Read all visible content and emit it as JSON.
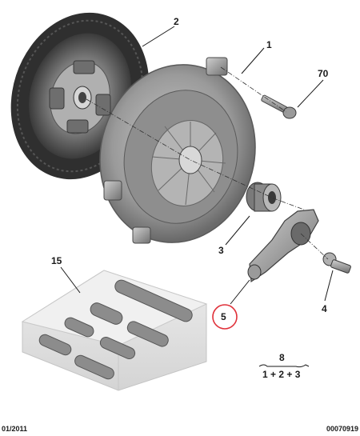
{
  "callouts": {
    "c1": "1",
    "c2": "2",
    "c3": "3",
    "c4": "4",
    "c5": "5",
    "c15": "15",
    "c70": "70",
    "kit_number": "8",
    "kit_formula": "1 + 2 + 3"
  },
  "footer": {
    "date": "01/2011",
    "reference": "00070919"
  },
  "colors": {
    "part_gray": "#8c8c8c",
    "part_dark": "#4a4a4a",
    "friction_lining": "#2f2f2f",
    "highlight_ring": "#e0313a",
    "box_fill": "#e6e6e6"
  }
}
